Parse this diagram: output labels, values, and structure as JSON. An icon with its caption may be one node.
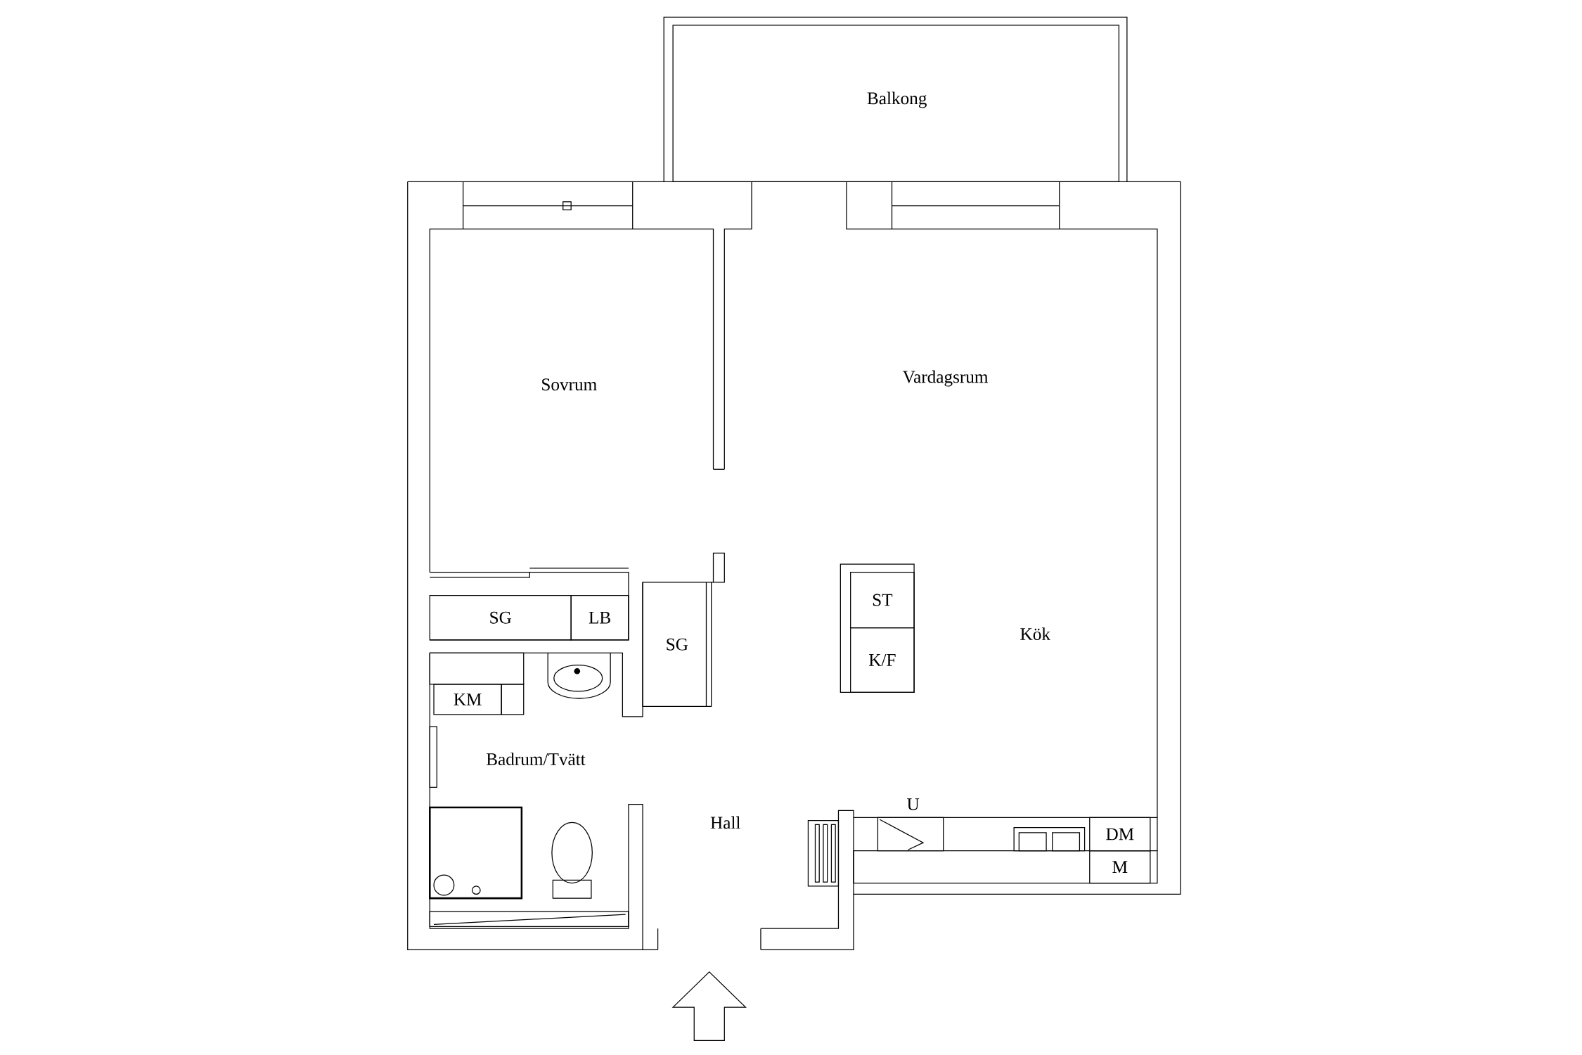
{
  "diagram": {
    "nodes": [
      {
        "text": [
          "Balkong"
        ]
      },
      {
        "text": [
          "ST"
        ]
      },
      {
        "text": [
          "SG"
        ]
      },
      {
        "text": [
          "LB"
        ]
      },
      {
        "text": [
          "SG"
        ]
      },
      {
        "text": [
          "K/F"
        ]
      },
      {
        "text": [
          "KM"
        ]
      },
      {
        "text": [
          "DM"
        ]
      },
      {
        "text": [
          "M"
        ]
      }
    ],
    "labels": [
      "Sovrum",
      "Vardagsrum",
      "Kök",
      "Badrum/Tvätt",
      "U",
      "Hall"
    ]
  }
}
